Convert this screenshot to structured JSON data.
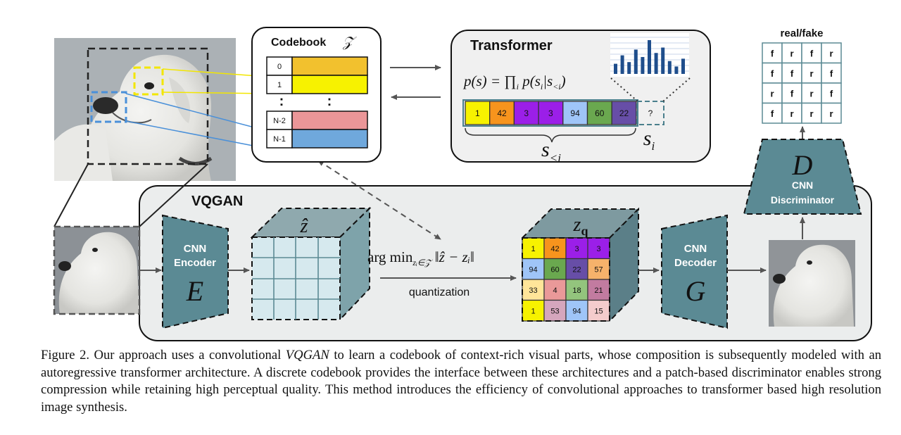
{
  "codebook": {
    "title": "Codebook",
    "symbol": "𝒵",
    "entries": [
      {
        "label": "0",
        "color": "#f2c12e"
      },
      {
        "label": "1",
        "color": "#f7f200"
      },
      {
        "label": "N-2",
        "color": "#eb9698"
      },
      {
        "label": "N-1",
        "color": "#6fa8dc"
      }
    ],
    "ellipsis": ":"
  },
  "transformer": {
    "title": "Transformer",
    "formula_lhs": "p(s) = ∏",
    "formula_sub": "i",
    "formula_rhs": " p(s",
    "formula_rhs_sub": "i",
    "formula_mid": "|s",
    "formula_mid_sub": "<i",
    "formula_end": ")",
    "sequence": [
      {
        "label": "1",
        "color": "#f7f200"
      },
      {
        "label": "42",
        "color": "#f7941d"
      },
      {
        "label": "3",
        "color": "#9b1fe8"
      },
      {
        "label": "3",
        "color": "#9b1fe8"
      },
      {
        "label": "94",
        "color": "#9fc5f8"
      },
      {
        "label": "60",
        "color": "#6aa84f"
      },
      {
        "label": "22",
        "color": "#674ea7"
      }
    ],
    "next_token": "?",
    "s_less_main": "s",
    "s_less_sub": "<i",
    "s_i_main": "s",
    "s_i_sub": "i",
    "histogram": [
      0.3,
      0.55,
      0.35,
      0.72,
      0.5,
      1.0,
      0.62,
      0.78,
      0.38,
      0.22,
      0.45
    ]
  },
  "discriminator": {
    "title": "real/fake",
    "grid": [
      [
        "f",
        "r",
        "f",
        "r"
      ],
      [
        "f",
        "f",
        "r",
        "f"
      ],
      [
        "r",
        "f",
        "r",
        "f"
      ],
      [
        "f",
        "r",
        "r",
        "r"
      ]
    ],
    "letter": "D",
    "label_line1": "CNN",
    "label_line2": "Discriminator"
  },
  "vqgan": {
    "title": "VQGAN",
    "encoder": {
      "line1": "CNN",
      "line2": "Encoder",
      "letter": "E"
    },
    "decoder": {
      "line1": "CNN",
      "line2": "Decoder",
      "letter": "G"
    },
    "zhat_label": "ẑ",
    "zq_main": "z",
    "zq_sub": "q",
    "argmin": "arg min",
    "argmin_sub": "zᵢ∈𝒵",
    "argmin_norm": " ‖ẑ − zᵢ‖",
    "quantization": "quantization",
    "zq_grid": [
      [
        {
          "label": "1",
          "color": "#f7f200"
        },
        {
          "label": "42",
          "color": "#f7941d"
        },
        {
          "label": "3",
          "color": "#9b1fe8"
        },
        {
          "label": "3",
          "color": "#9b1fe8"
        }
      ],
      [
        {
          "label": "94",
          "color": "#9fc5f8"
        },
        {
          "label": "60",
          "color": "#6aa84f"
        },
        {
          "label": "22",
          "color": "#674ea7"
        },
        {
          "label": "57",
          "color": "#f6b26b"
        }
      ],
      [
        {
          "label": "33",
          "color": "#ffe599"
        },
        {
          "label": "4",
          "color": "#ea9999"
        },
        {
          "label": "18",
          "color": "#93c47d"
        },
        {
          "label": "21",
          "color": "#c27ba0"
        }
      ],
      [
        {
          "label": "1",
          "color": "#f7f200"
        },
        {
          "label": "53",
          "color": "#d5a6bd"
        },
        {
          "label": "94",
          "color": "#9fc5f8"
        },
        {
          "label": "15",
          "color": "#f4cccc"
        }
      ]
    ]
  },
  "caption": {
    "prefix": "Figure 2. Our approach uses a convolutional ",
    "italic": "VQGAN",
    "rest": " to learn a codebook of context-rich visual parts, whose composition is subsequently modeled with an autoregressive transformer architecture.  A discrete codebook provides the interface between these architectures and a patch-based discriminator enables strong compression while retaining high perceptual quality.  This method introduces the efficiency of convolutional approaches to transformer based high resolution image synthesis."
  }
}
